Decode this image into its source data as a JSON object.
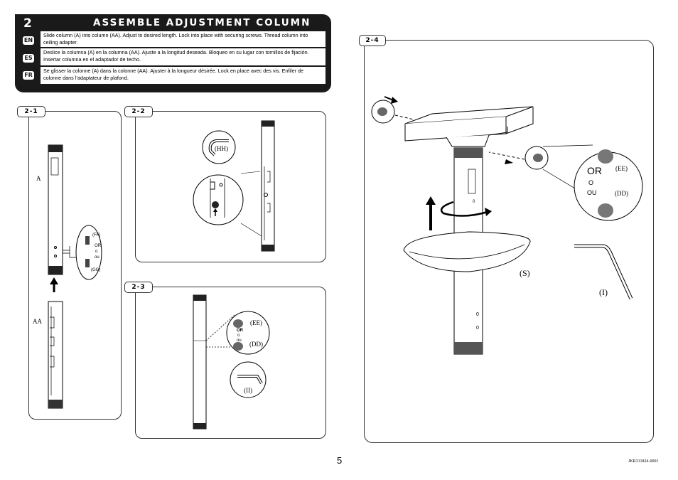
{
  "header": {
    "step_number": "2",
    "title": "ASSEMBLE ADJUSTMENT COLUMN",
    "instructions": [
      {
        "lang": "EN",
        "text": "Slide column (A) into column (AA).  Adjust to desired length.  Lock into place with securing screws. Thread column into ceiling adapter."
      },
      {
        "lang": "ES",
        "text": "Deslice la columna (A) en la columna (AA). Ajuste a la longitud deseada. Bloqueo en su lugar con tornillos de fijación.  Insertar columna en el adaptador de techo."
      },
      {
        "lang": "FR",
        "text": "Se glisser la colonne (A) dans la colonne (AA). Ajuster à la longueur désirée. Lock en place avec des vis. Enfiler de colonne  dans l’adaptateur de plafond."
      }
    ]
  },
  "panels": {
    "p21": {
      "tab": "2-1",
      "label_a": "A",
      "label_aa": "AA",
      "label_ff": "(FF)",
      "label_or": "OR",
      "label_o": "o",
      "label_ou": "ou",
      "label_gg": "(GG)"
    },
    "p22": {
      "tab": "2-2",
      "label_hh": "(HH)"
    },
    "p23": {
      "tab": "2-3",
      "label_ee": "(EE)",
      "label_or": "OR",
      "label_o": "o",
      "label_ou": "ou",
      "label_dd": "(DD)",
      "label_ii": "(II)"
    },
    "p24": {
      "tab": "2-4",
      "label_ee": "(EE)",
      "label_or": "OR",
      "label_o": "O",
      "label_ou": "OU",
      "label_dd": "(DD)",
      "label_s": "(S)",
      "label_i": "(I)",
      "mark_1": "0",
      "mark_2": "0",
      "mark_3": "0"
    }
  },
  "footer": {
    "page_number": "5",
    "doc_code": "JKR311824-0001"
  }
}
